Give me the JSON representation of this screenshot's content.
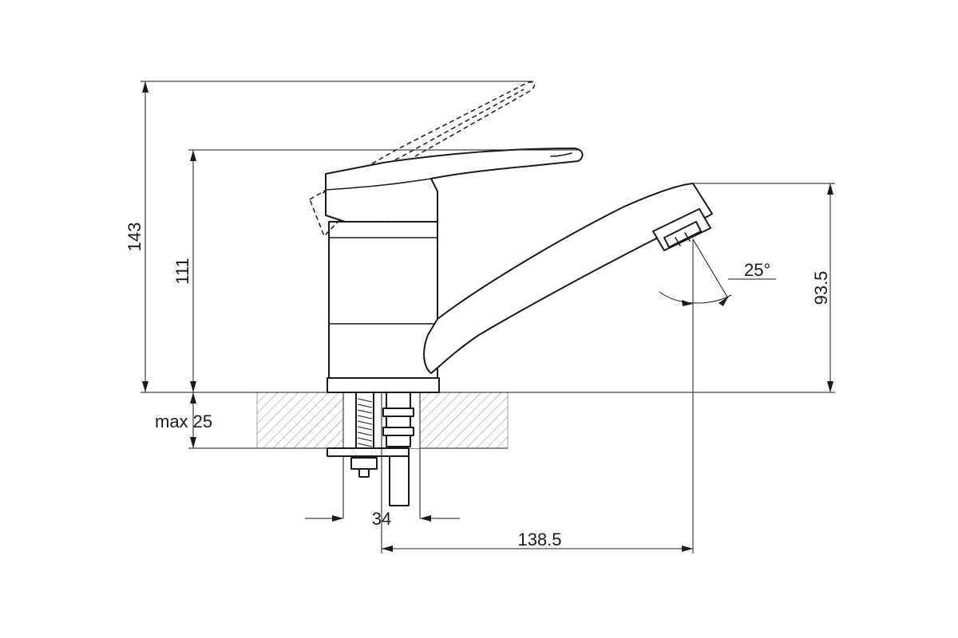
{
  "dimensions": {
    "total_height": "143",
    "body_height": "111",
    "spout_height": "93.5",
    "spout_angle": "25°",
    "max_countertop": "max 25",
    "hole_width": "34",
    "spout_reach": "138.5"
  }
}
